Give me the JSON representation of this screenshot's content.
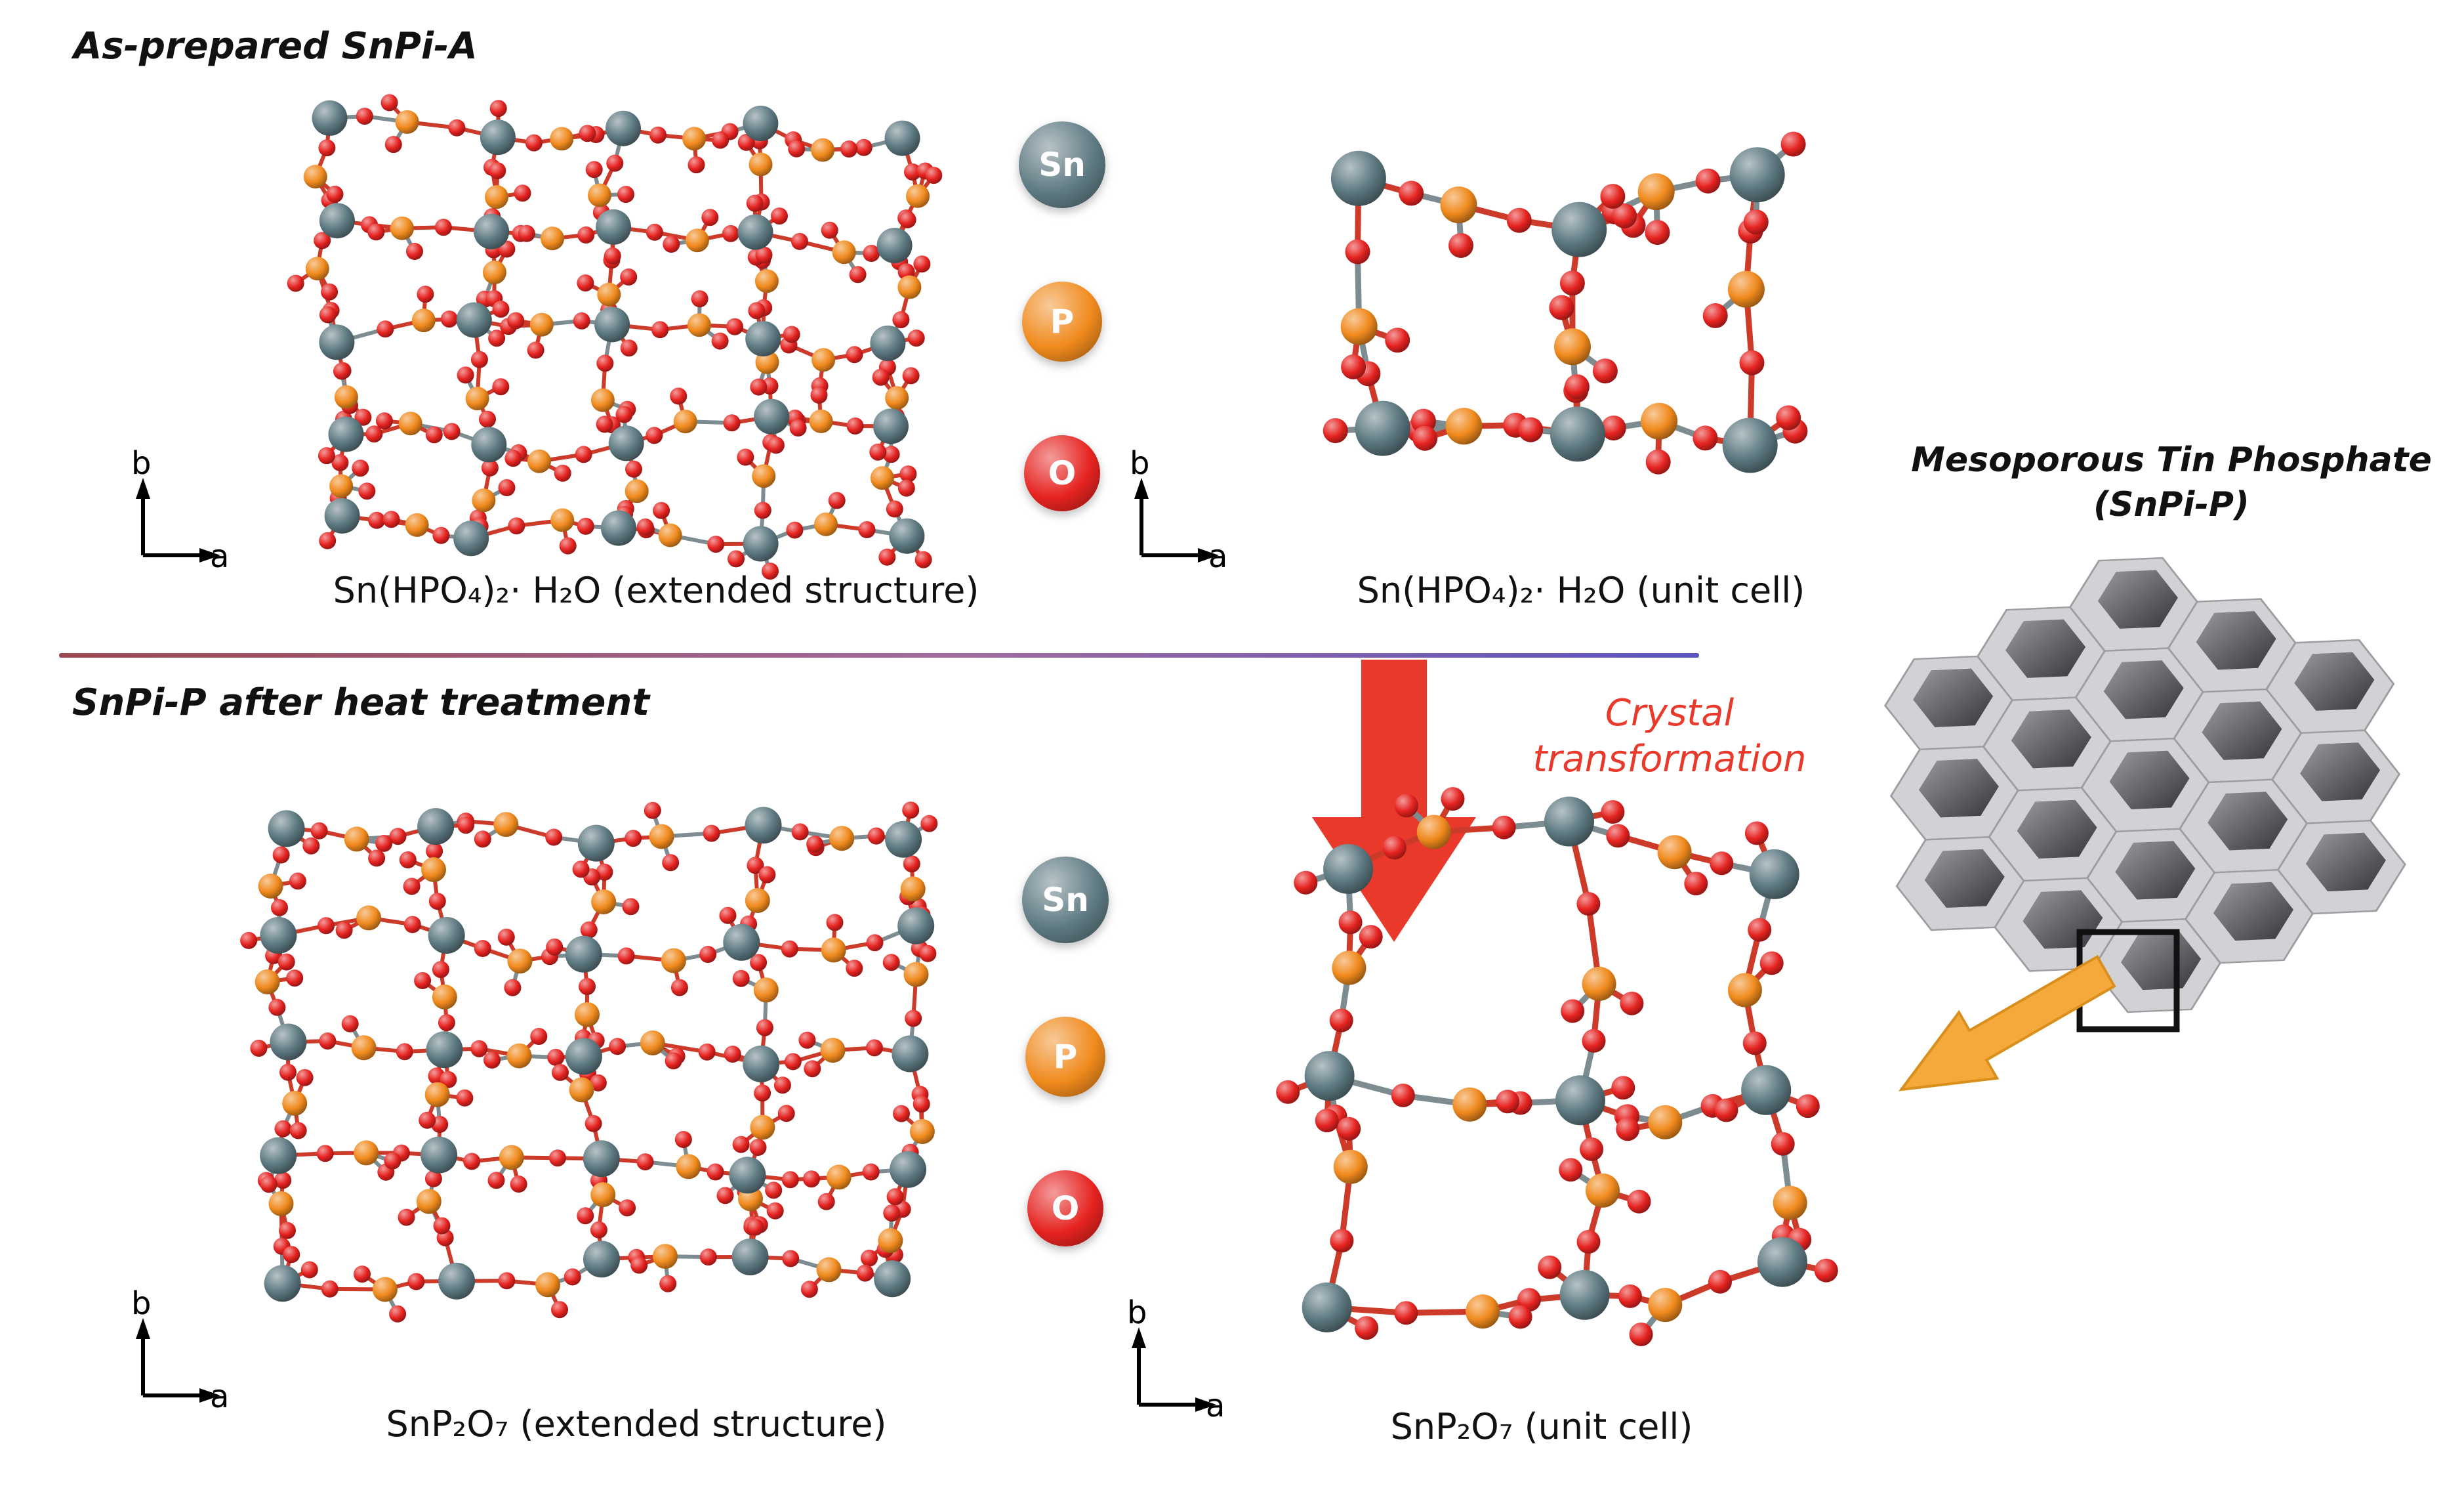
{
  "figure": {
    "section_top_label": "As-prepared SnPi-A",
    "section_bottom_label": "SnPi-P after heat treatment"
  },
  "captions": {
    "top_extended": "Sn(HPO₄)₂· H₂O (extended structure)",
    "top_unit_cell": "Sn(HPO₄)₂· H₂O (unit cell)",
    "bottom_extended": "SnP₂O₇ (extended structure)",
    "bottom_unit_cell": "SnP₂O₇ (unit cell)"
  },
  "legend": {
    "items": [
      {
        "symbol": "Sn"
      },
      {
        "symbol": "P"
      },
      {
        "symbol": "O"
      }
    ]
  },
  "axes": {
    "a": "a",
    "b": "b"
  },
  "annotations": {
    "transformation_line1": "Crystal",
    "transformation_line2": "transformation",
    "mesoporous_line1": "Mesoporous Tin Phosphate",
    "mesoporous_line2": "(SnPi-P)"
  },
  "colors": {
    "sn": "#5e7a82",
    "p": "#f08a1d",
    "o": "#e52320",
    "bond_red": "#cc3a2a",
    "bond_gray": "#7d8c90",
    "transform_red": "#e8392b",
    "arrow_yellow": "#f5a93b",
    "divider_left": "#9c4a52",
    "divider_mid": "#a06b9e",
    "divider_right": "#5b55c0",
    "honeycomb_light": "#d2d2d6",
    "honeycomb_dark": "#46464e"
  }
}
